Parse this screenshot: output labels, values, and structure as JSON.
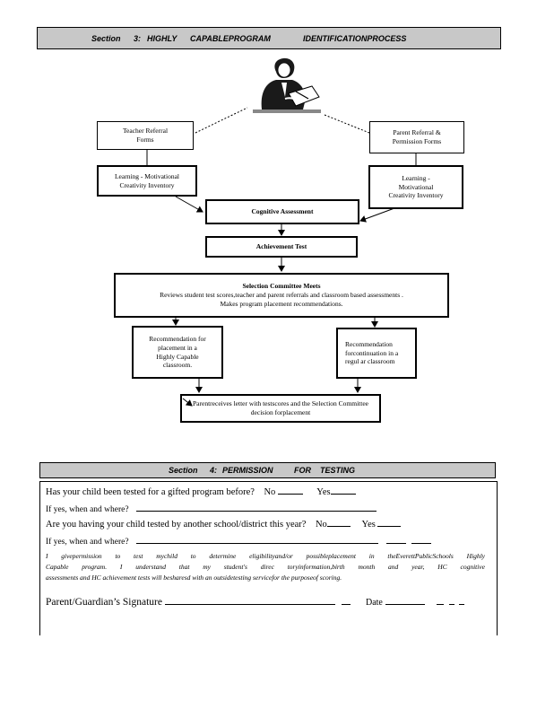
{
  "section3": {
    "section": "Section",
    "number": "3:",
    "w1": "HIGHLY",
    "w2": "CAPABLEPROGRAM",
    "w3": "IDENTIFICATIONPROCESS"
  },
  "flow": {
    "teacher_referral": "Teacher Referral Forms",
    "parent_referral": "Parent Referral & Permission Forms",
    "learning_left": "Learning - Motivational Creativity Inventory",
    "learning_right": "Learning - Motivational Creativity Inventory",
    "cognitive": "Cognitive Assessment",
    "achievement": "Achievement Test",
    "committee_title": "Selection Committee Meets",
    "committee_text_1": "Reviews student test scores,teacher and parent referrals and classroom based assessments .",
    "committee_text_2": "Makes program placement recommendations.",
    "rec_left": "Recommendation for placement in a Highly Capable classroom.",
    "rec_right": "Recommendation forcontinuation in a regul ar classroom",
    "parent_receives": "Parentreceives letter with testscores and the Selection Committee decision forplacement"
  },
  "section4": {
    "section": "Section",
    "number": "4:",
    "w1": "PERMISSION",
    "w2": "FOR",
    "w3": "TESTING"
  },
  "form": {
    "q1": "Has your child been tested for a gifted program before?",
    "no": "No",
    "yes": "Yes",
    "q1_followup": "If yes, when and where?",
    "q2": "Are you having your child tested by another school/district this year?",
    "q2_followup": "If yes, when and where?",
    "permission_1": "I givepermission to test mychild to determine eligibilityand/or possibleplacement in theEverettPublicSchools Highly",
    "permission_2": "Capable program. I understand that my student's direc toryinformation,birth month and year, HC cognitive",
    "permission_3": "assessments and HC achievement tests will besharesd with an outsidetesting servicefor the purposeof scoring.",
    "signature_label": "Parent/Guardian’s Signature",
    "date_label": "Date"
  }
}
